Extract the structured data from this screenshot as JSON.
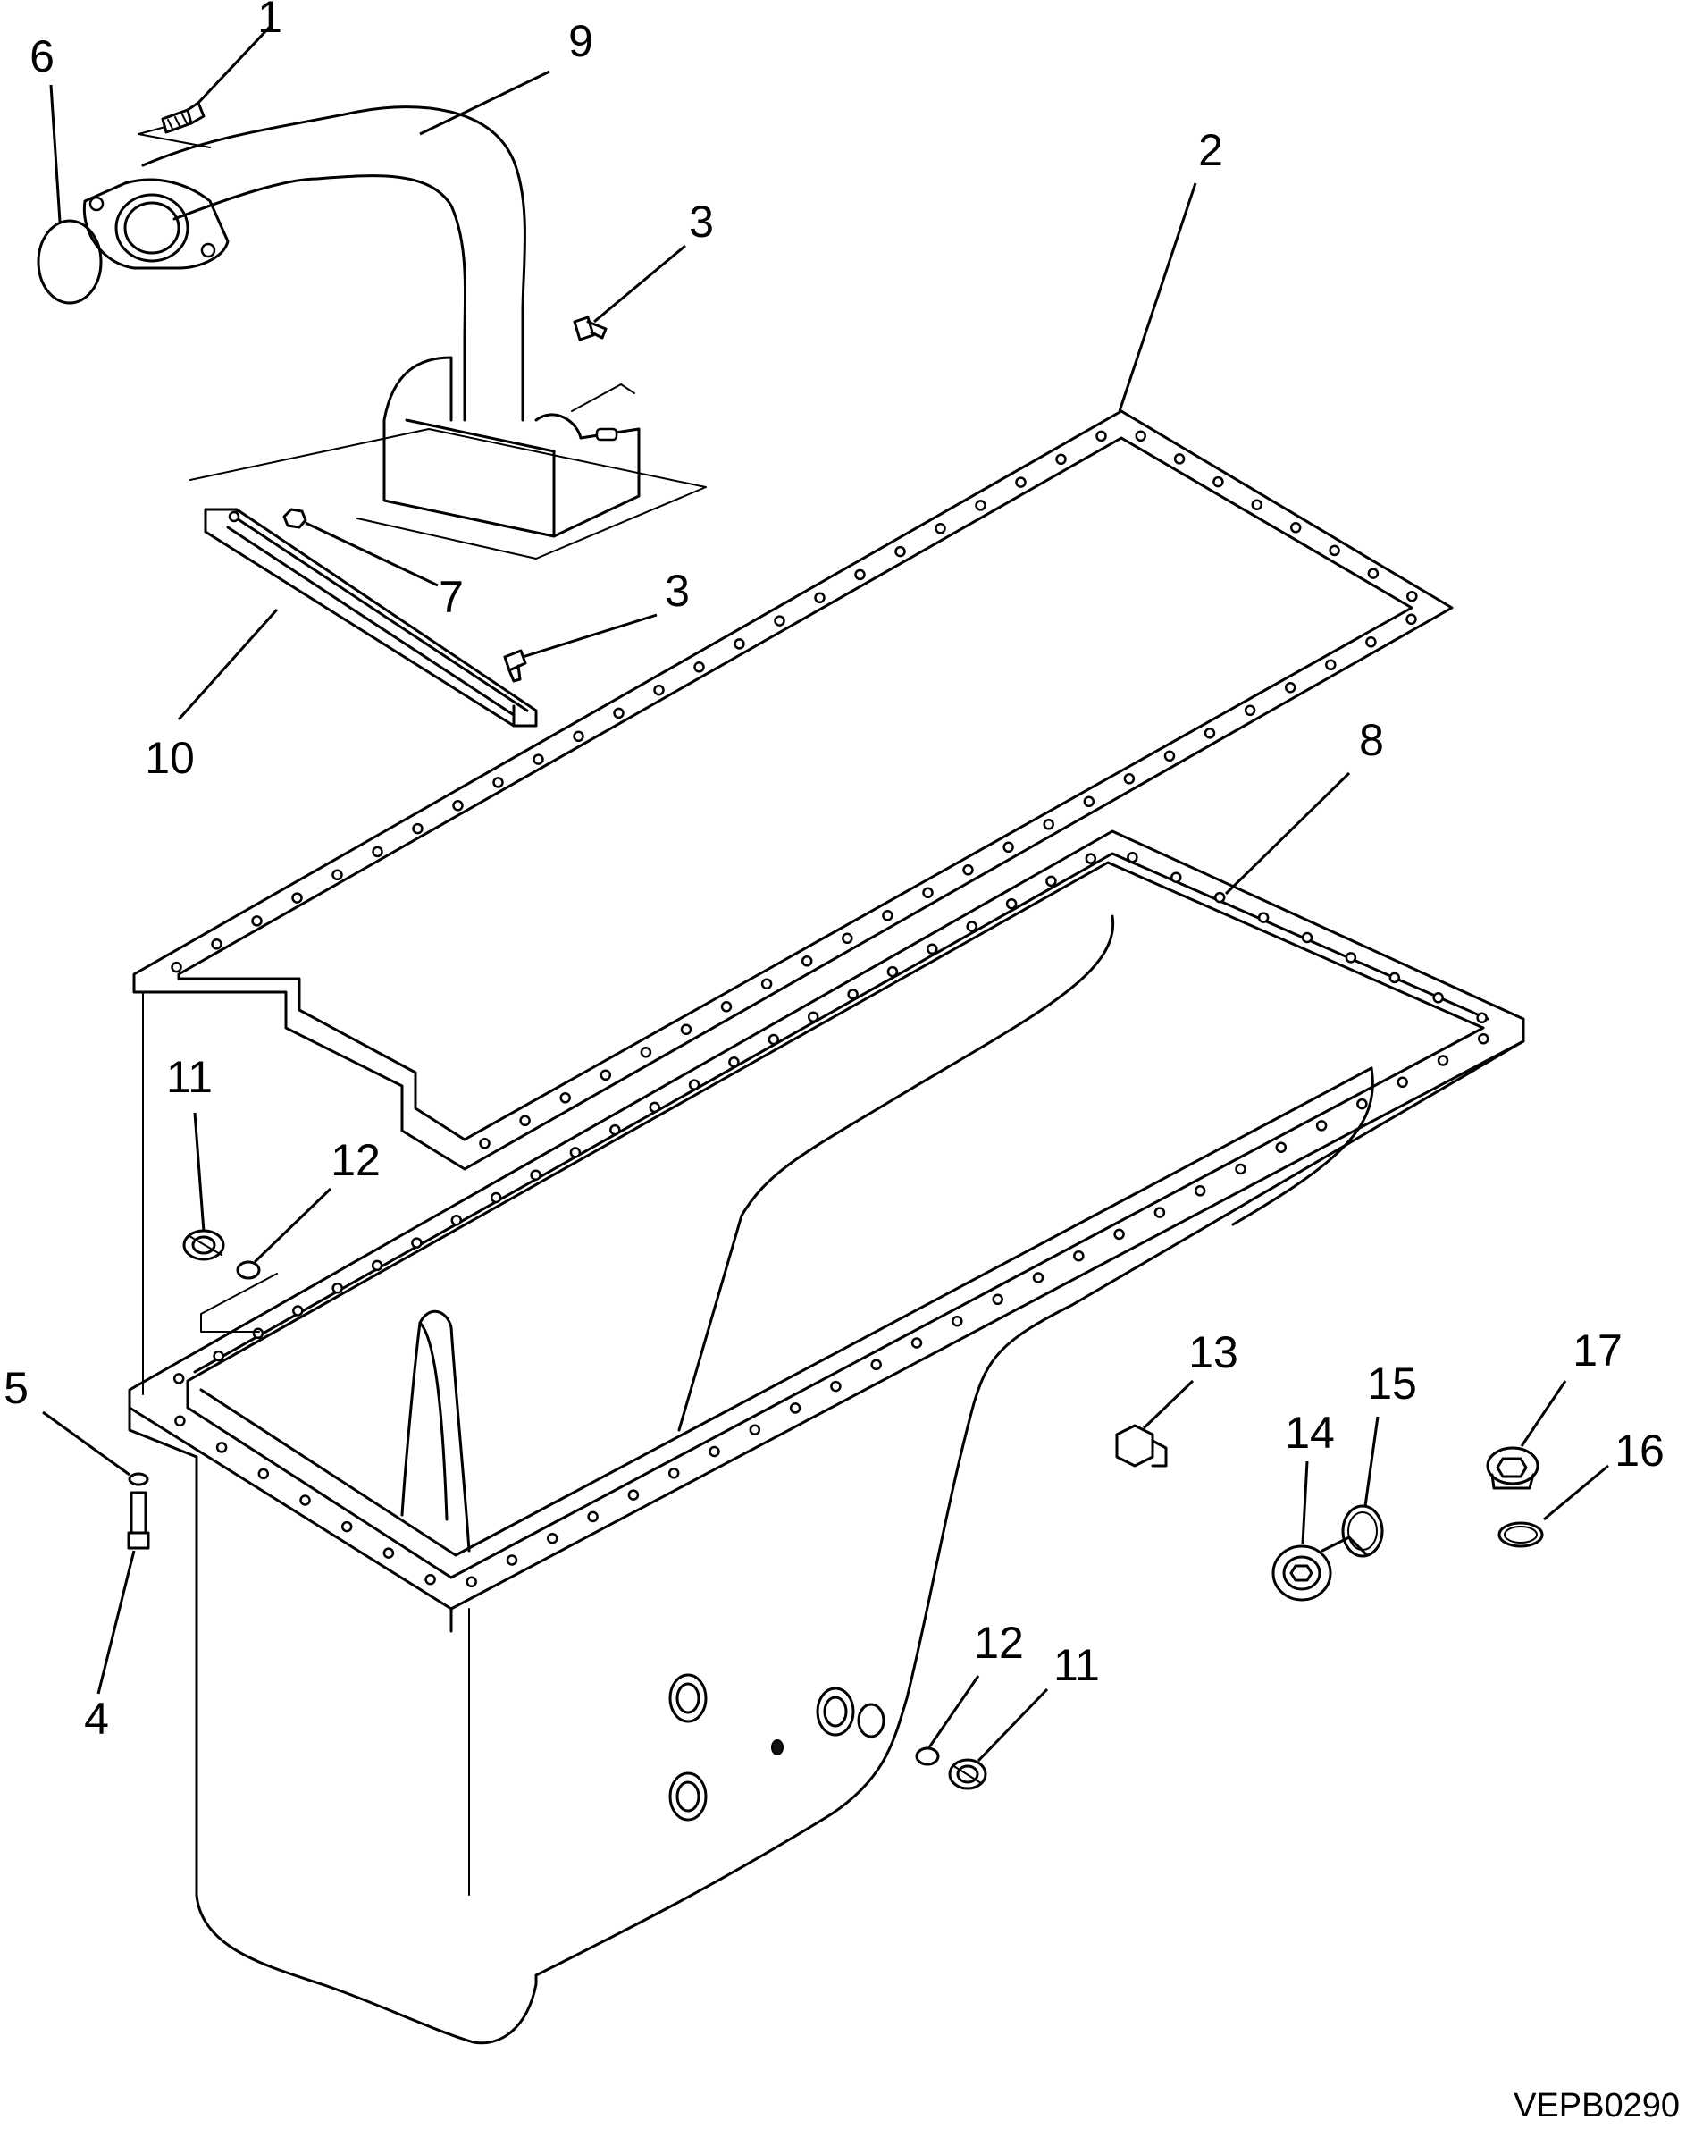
{
  "drawing_id": "VEPB0290",
  "callouts": [
    {
      "id": "c1",
      "label": "1"
    },
    {
      "id": "c2",
      "label": "2"
    },
    {
      "id": "c3a",
      "label": "3"
    },
    {
      "id": "c3b",
      "label": "3"
    },
    {
      "id": "c4",
      "label": "4"
    },
    {
      "id": "c5",
      "label": "5"
    },
    {
      "id": "c6",
      "label": "6"
    },
    {
      "id": "c7",
      "label": "7"
    },
    {
      "id": "c8",
      "label": "8"
    },
    {
      "id": "c9",
      "label": "9"
    },
    {
      "id": "c10",
      "label": "10"
    },
    {
      "id": "c11a",
      "label": "11"
    },
    {
      "id": "c11b",
      "label": "11"
    },
    {
      "id": "c12a",
      "label": "12"
    },
    {
      "id": "c12b",
      "label": "12"
    },
    {
      "id": "c13",
      "label": "13"
    },
    {
      "id": "c14",
      "label": "14"
    },
    {
      "id": "c15",
      "label": "15"
    },
    {
      "id": "c16",
      "label": "16"
    },
    {
      "id": "c17",
      "label": "17"
    }
  ]
}
